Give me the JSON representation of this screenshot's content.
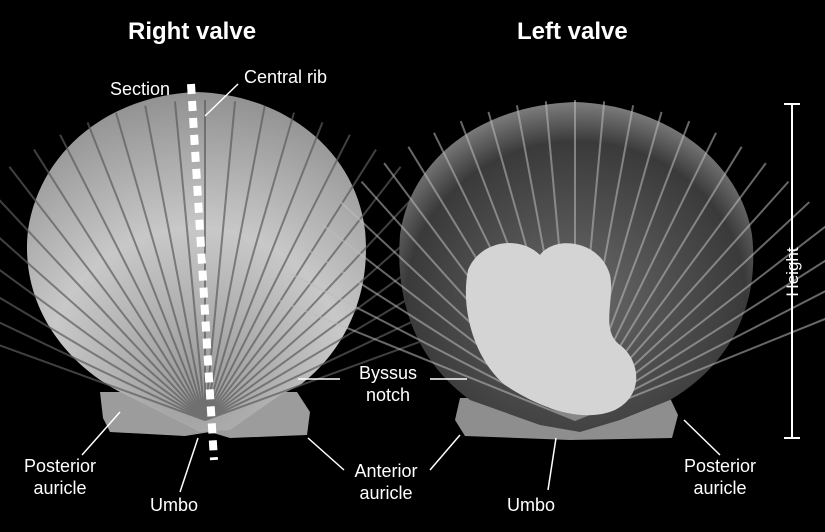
{
  "titles": {
    "right_valve": "Right valve",
    "left_valve": "Left valve"
  },
  "labels": {
    "section": "Section",
    "central_rib": "Central rib",
    "height": "Height",
    "byssus_notch_line1": "Byssus",
    "byssus_notch_line2": "notch",
    "posterior_auricle_right_line1": "Posterior",
    "posterior_auricle_right_line2": "auricle",
    "umbo_right": "Umbo",
    "anterior_auricle_line1": "Anterior",
    "anterior_auricle_line2": "auricle",
    "umbo_left": "Umbo",
    "posterior_auricle_left_line1": "Posterior",
    "posterior_auricle_left_line2": "auricle"
  },
  "colors": {
    "background": "#000000",
    "text": "#ffffff",
    "shell_light": "#d8d8d8",
    "shell_dark": "#7a7a7a",
    "interior": "#cfcfcf"
  }
}
